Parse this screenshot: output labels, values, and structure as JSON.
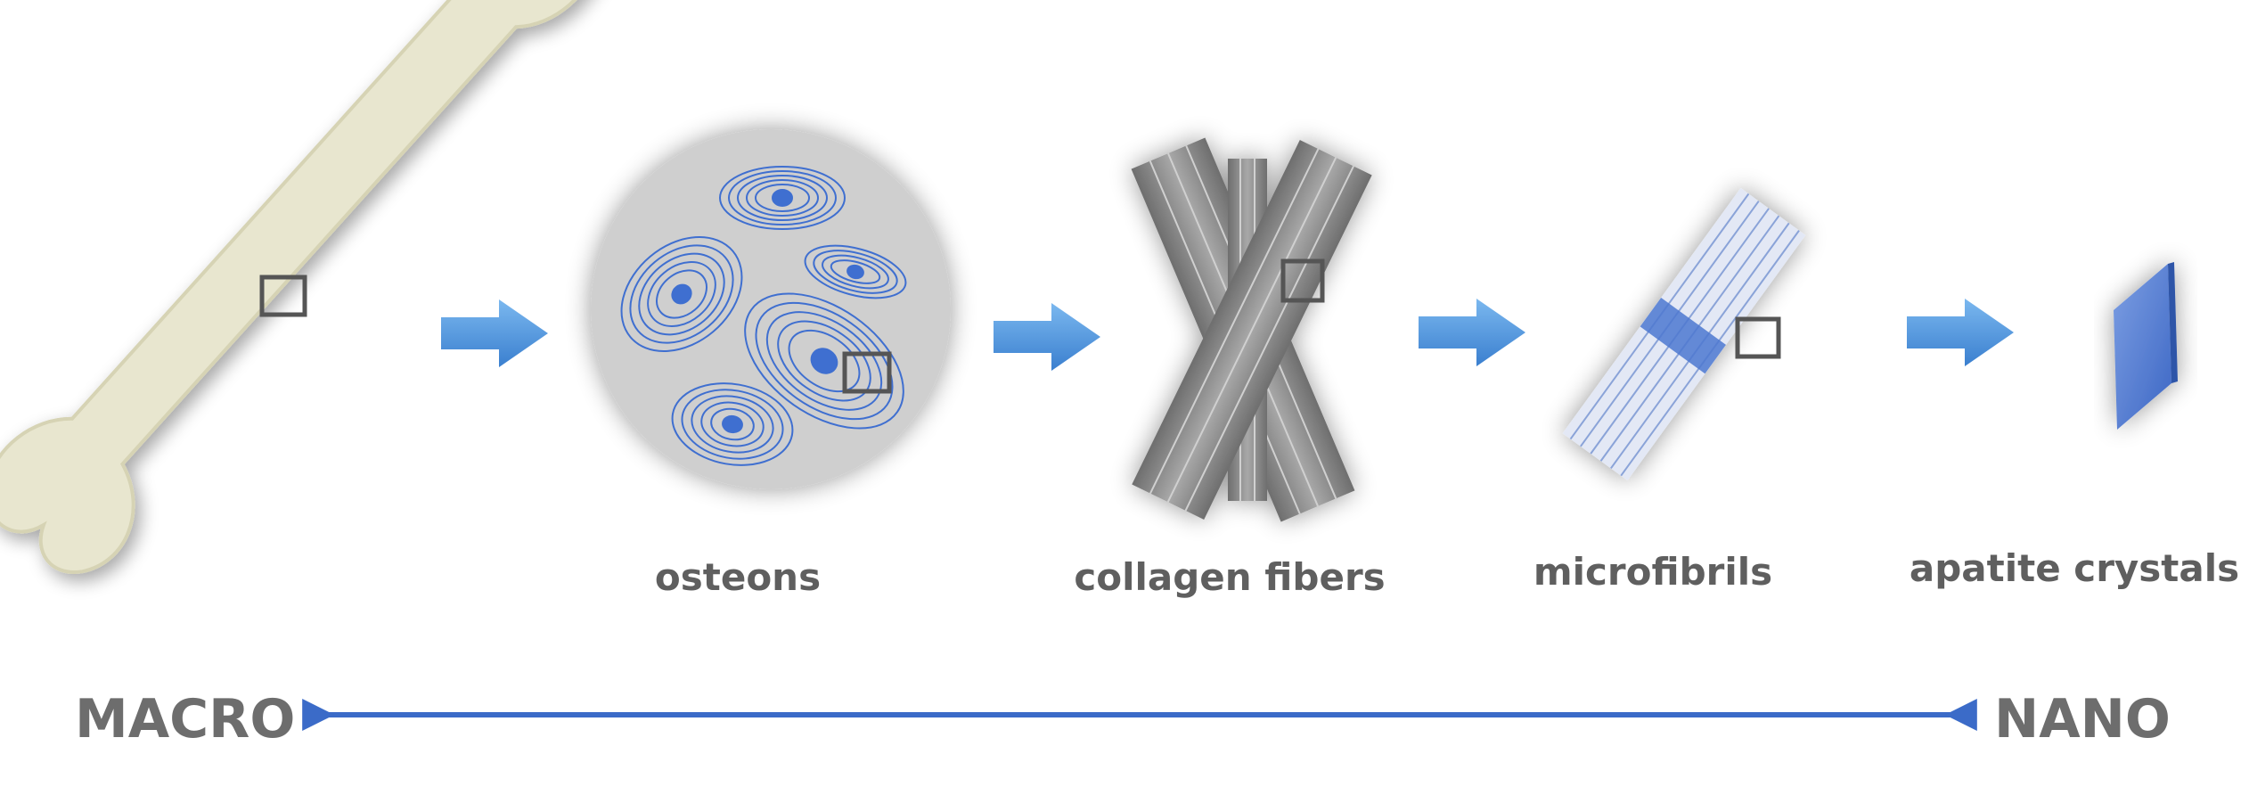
{
  "stages": [
    {
      "id": "bone",
      "label": ""
    },
    {
      "id": "osteons",
      "label": "osteons"
    },
    {
      "id": "collagen-fibers",
      "label": "collagen fibers"
    },
    {
      "id": "microfibrils",
      "label": "microfibrils"
    },
    {
      "id": "apatite-crystals",
      "label": "apatite crystals"
    }
  ],
  "scale": {
    "left_label": "MACRO",
    "right_label": "NANO"
  },
  "colors": {
    "bone_fill": "#e8e6cf",
    "bone_outline": "#d6d3b4",
    "osteon_blue": "#3f6fd0",
    "osteon_disc": "#cfcfcf",
    "fiber_gray": "#8c8c8c",
    "arrow_blue": "#4a90d9",
    "scale_line": "#3b6bc8",
    "label_gray": "#5f5f5f",
    "crystal_blue": "#5b84d6",
    "zoom_box": "#555555"
  },
  "icons": [
    "bone-icon",
    "osteons-icon",
    "collagen-fibers-icon",
    "microfibrils-icon",
    "apatite-crystal-icon",
    "arrow-right-icon"
  ]
}
